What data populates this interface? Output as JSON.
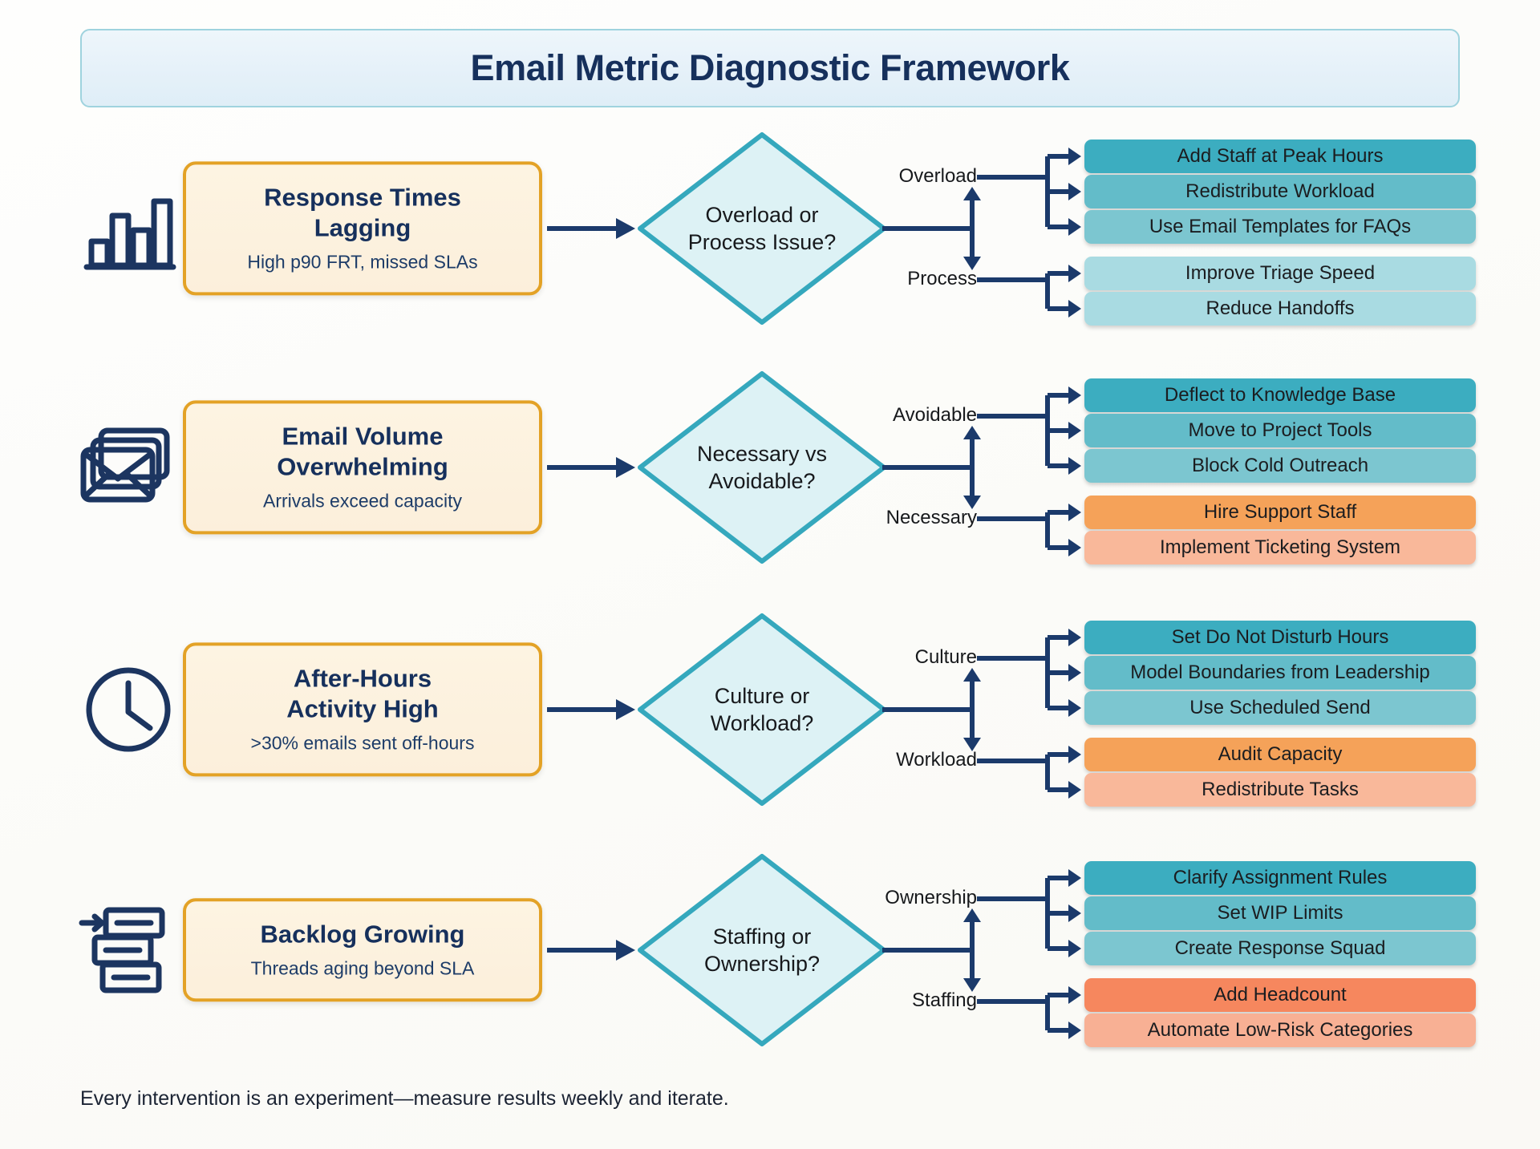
{
  "title": "Email Metric Diagnostic Framework",
  "footer": "Every intervention is an experiment—measure results weekly and iterate.",
  "colors": {
    "title_text": "#16305c",
    "banner_fill": "#e6f1f9",
    "banner_border": "#9fd3de",
    "card_border": "#e3a226",
    "card_fill": "#fdf4e2",
    "diamond_border": "#35a8bd",
    "diamond_fill": "#ddf2f5",
    "arrow": "#1b3a6b",
    "teal_1": "#3cadc0",
    "teal_2": "#63bcc9",
    "teal_3": "#7cc6d0",
    "teal_light_1": "#a9dbe2",
    "teal_light_2": "#a9dbe2",
    "orange_strong": "#f5a259",
    "orange_light": "#f9b89a",
    "orange_strong_b": "#f6875e",
    "orange_light_b": "#f8b094"
  },
  "rows": [
    {
      "icon": "bar-chart-icon",
      "problem_title": "Response Times\nLagging",
      "problem_sub": "High p90 FRT, missed SLAs",
      "decision": "Overload or\nProcess Issue?",
      "branch_a_label": "Overload",
      "branch_b_label": "Process",
      "branch_a_actions": [
        {
          "label": "Add Staff at Peak Hours",
          "color": "#3cadc0"
        },
        {
          "label": "Redistribute Workload",
          "color": "#63bcc9"
        },
        {
          "label": "Use Email Templates for FAQs",
          "color": "#7cc6d0"
        }
      ],
      "branch_b_actions": [
        {
          "label": "Improve Triage Speed",
          "color": "#a9dbe2"
        },
        {
          "label": "Reduce Handoffs",
          "color": "#a9dbe2"
        }
      ]
    },
    {
      "icon": "envelope-stack-icon",
      "problem_title": "Email Volume\nOverwhelming",
      "problem_sub": "Arrivals exceed capacity",
      "decision": "Necessary vs\nAvoidable?",
      "branch_a_label": "Avoidable",
      "branch_b_label": "Necessary",
      "branch_a_actions": [
        {
          "label": "Deflect to Knowledge Base",
          "color": "#3cadc0"
        },
        {
          "label": "Move to Project Tools",
          "color": "#63bcc9"
        },
        {
          "label": "Block Cold Outreach",
          "color": "#7cc6d0"
        }
      ],
      "branch_b_actions": [
        {
          "label": "Hire Support Staff",
          "color": "#f5a259"
        },
        {
          "label": "Implement Ticketing System",
          "color": "#f9b89a"
        }
      ]
    },
    {
      "icon": "clock-icon",
      "problem_title": "After-Hours\nActivity High",
      "problem_sub": ">30% emails sent off-hours",
      "decision": "Culture or\nWorkload?",
      "branch_a_label": "Culture",
      "branch_b_label": "Workload",
      "branch_a_actions": [
        {
          "label": "Set Do Not Disturb Hours",
          "color": "#3cadc0"
        },
        {
          "label": "Model Boundaries from Leadership",
          "color": "#63bcc9"
        },
        {
          "label": "Use Scheduled Send",
          "color": "#7cc6d0"
        }
      ],
      "branch_b_actions": [
        {
          "label": "Audit Capacity",
          "color": "#f5a259"
        },
        {
          "label": "Redistribute Tasks",
          "color": "#f9b89a"
        }
      ]
    },
    {
      "icon": "backlog-icon",
      "problem_title": "Backlog Growing",
      "problem_sub": "Threads aging beyond SLA",
      "decision": "Staffing or\nOwnership?",
      "branch_a_label": "Ownership",
      "branch_b_label": "Staffing",
      "branch_a_actions": [
        {
          "label": "Clarify Assignment Rules",
          "color": "#3cadc0"
        },
        {
          "label": "Set WIP Limits",
          "color": "#63bcc9"
        },
        {
          "label": "Create Response Squad",
          "color": "#7cc6d0"
        }
      ],
      "branch_b_actions": [
        {
          "label": "Add Headcount",
          "color": "#f6875e"
        },
        {
          "label": "Automate Low-Risk Categories",
          "color": "#f8b094"
        }
      ]
    }
  ]
}
